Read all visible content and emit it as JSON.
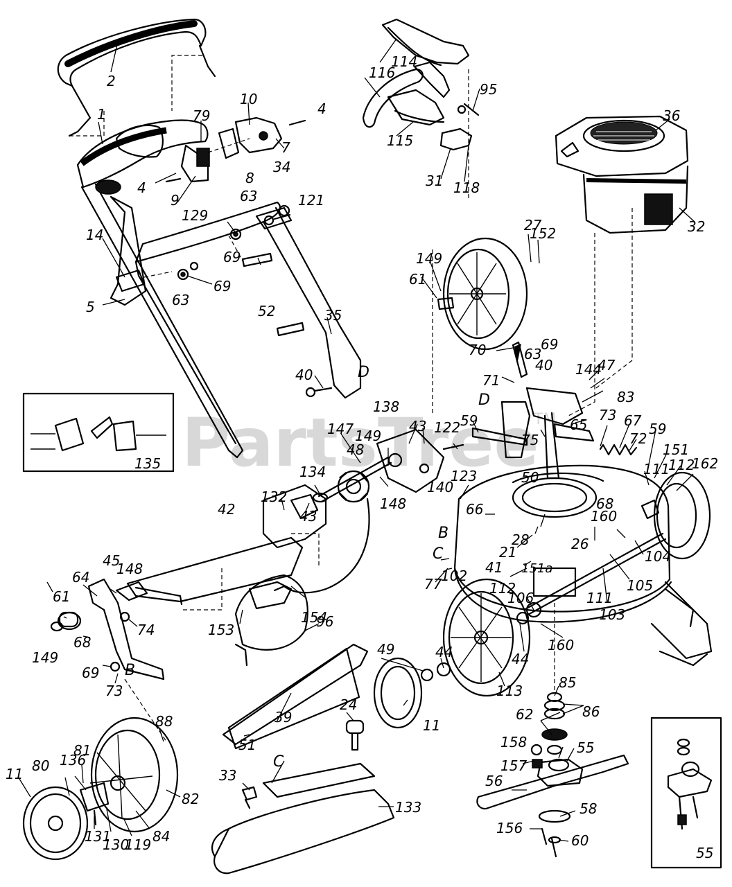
{
  "watermark": {
    "text": "PartsTree",
    "tm": "TM"
  },
  "callouts": {
    "c1": "1",
    "c2": "2",
    "c4a": "4",
    "c4b": "4",
    "c5": "5",
    "c7": "7",
    "c8": "8",
    "c9": "9",
    "c10": "10",
    "c11a": "11",
    "c11b": "11",
    "c14": "14",
    "c21": "21",
    "c24": "24",
    "c26": "26",
    "c27": "27",
    "c28": "28",
    "c31": "31",
    "c32": "32",
    "c33": "33",
    "c34": "34",
    "c35": "35",
    "c36": "36",
    "c39": "39",
    "c40a": "40",
    "c40b": "40",
    "c41": "41",
    "c42": "42",
    "c43a": "43",
    "c43b": "43",
    "c44a": "44",
    "c44b": "44",
    "c45": "45",
    "c47": "47",
    "c48": "48",
    "c49": "49",
    "c50": "50",
    "c51": "51",
    "c51a": "151a",
    "c52": "52",
    "c55a": "55",
    "c55b": "55",
    "c56": "56",
    "c58": "58",
    "c59a": "59",
    "c59b": "59",
    "c60": "60",
    "c61a": "61",
    "c61b": "61",
    "c62": "62",
    "c63a": "63",
    "c63b": "63",
    "c63c": "63",
    "c64": "64",
    "c65": "65",
    "c66": "66",
    "c67": "67",
    "c68a": "68",
    "c68b": "68",
    "c69a": "69",
    "c69b": "69",
    "c69c": "69",
    "c69d": "69",
    "c70": "70",
    "c71": "71",
    "c72": "72",
    "c73a": "73",
    "c73b": "73",
    "c74": "74",
    "c75": "75",
    "c77": "77",
    "c79": "79",
    "c80": "80",
    "c81": "81",
    "c82": "82",
    "c83": "83",
    "c84": "84",
    "c85": "85",
    "c86": "86",
    "c88": "88",
    "c95": "95",
    "c96": "96",
    "c102": "102",
    "c103": "103",
    "c104": "104",
    "c105": "105",
    "c106": "106",
    "c111a": "111",
    "c111b": "111",
    "c112a": "112",
    "c112b": "112",
    "c113": "113",
    "c114": "114",
    "c115": "115",
    "c116": "116",
    "c118": "118",
    "c119": "119",
    "c121": "121",
    "c122": "122",
    "c123": "123",
    "c129": "129",
    "c130": "130",
    "c131": "131",
    "c132": "132",
    "c133": "133",
    "c134": "134",
    "c135": "135",
    "c136": "136",
    "c138": "138",
    "c140": "140",
    "c144": "144",
    "c147": "147",
    "c148a": "148",
    "c148b": "148",
    "c149a": "149",
    "c149b": "149",
    "c149c": "149",
    "c151": "151",
    "c152": "152",
    "c153": "153",
    "c154": "154",
    "c156": "156",
    "c157": "157",
    "c158": "158",
    "c160a": "160",
    "c160b": "160",
    "c162": "162",
    "refB1": "B",
    "refB2": "B",
    "refC1": "C",
    "refC2": "C",
    "refD1": "D",
    "refD2": "D"
  },
  "colors": {
    "ink": "#000000",
    "watermark": "#d8d8d8",
    "paper": "#ffffff"
  }
}
